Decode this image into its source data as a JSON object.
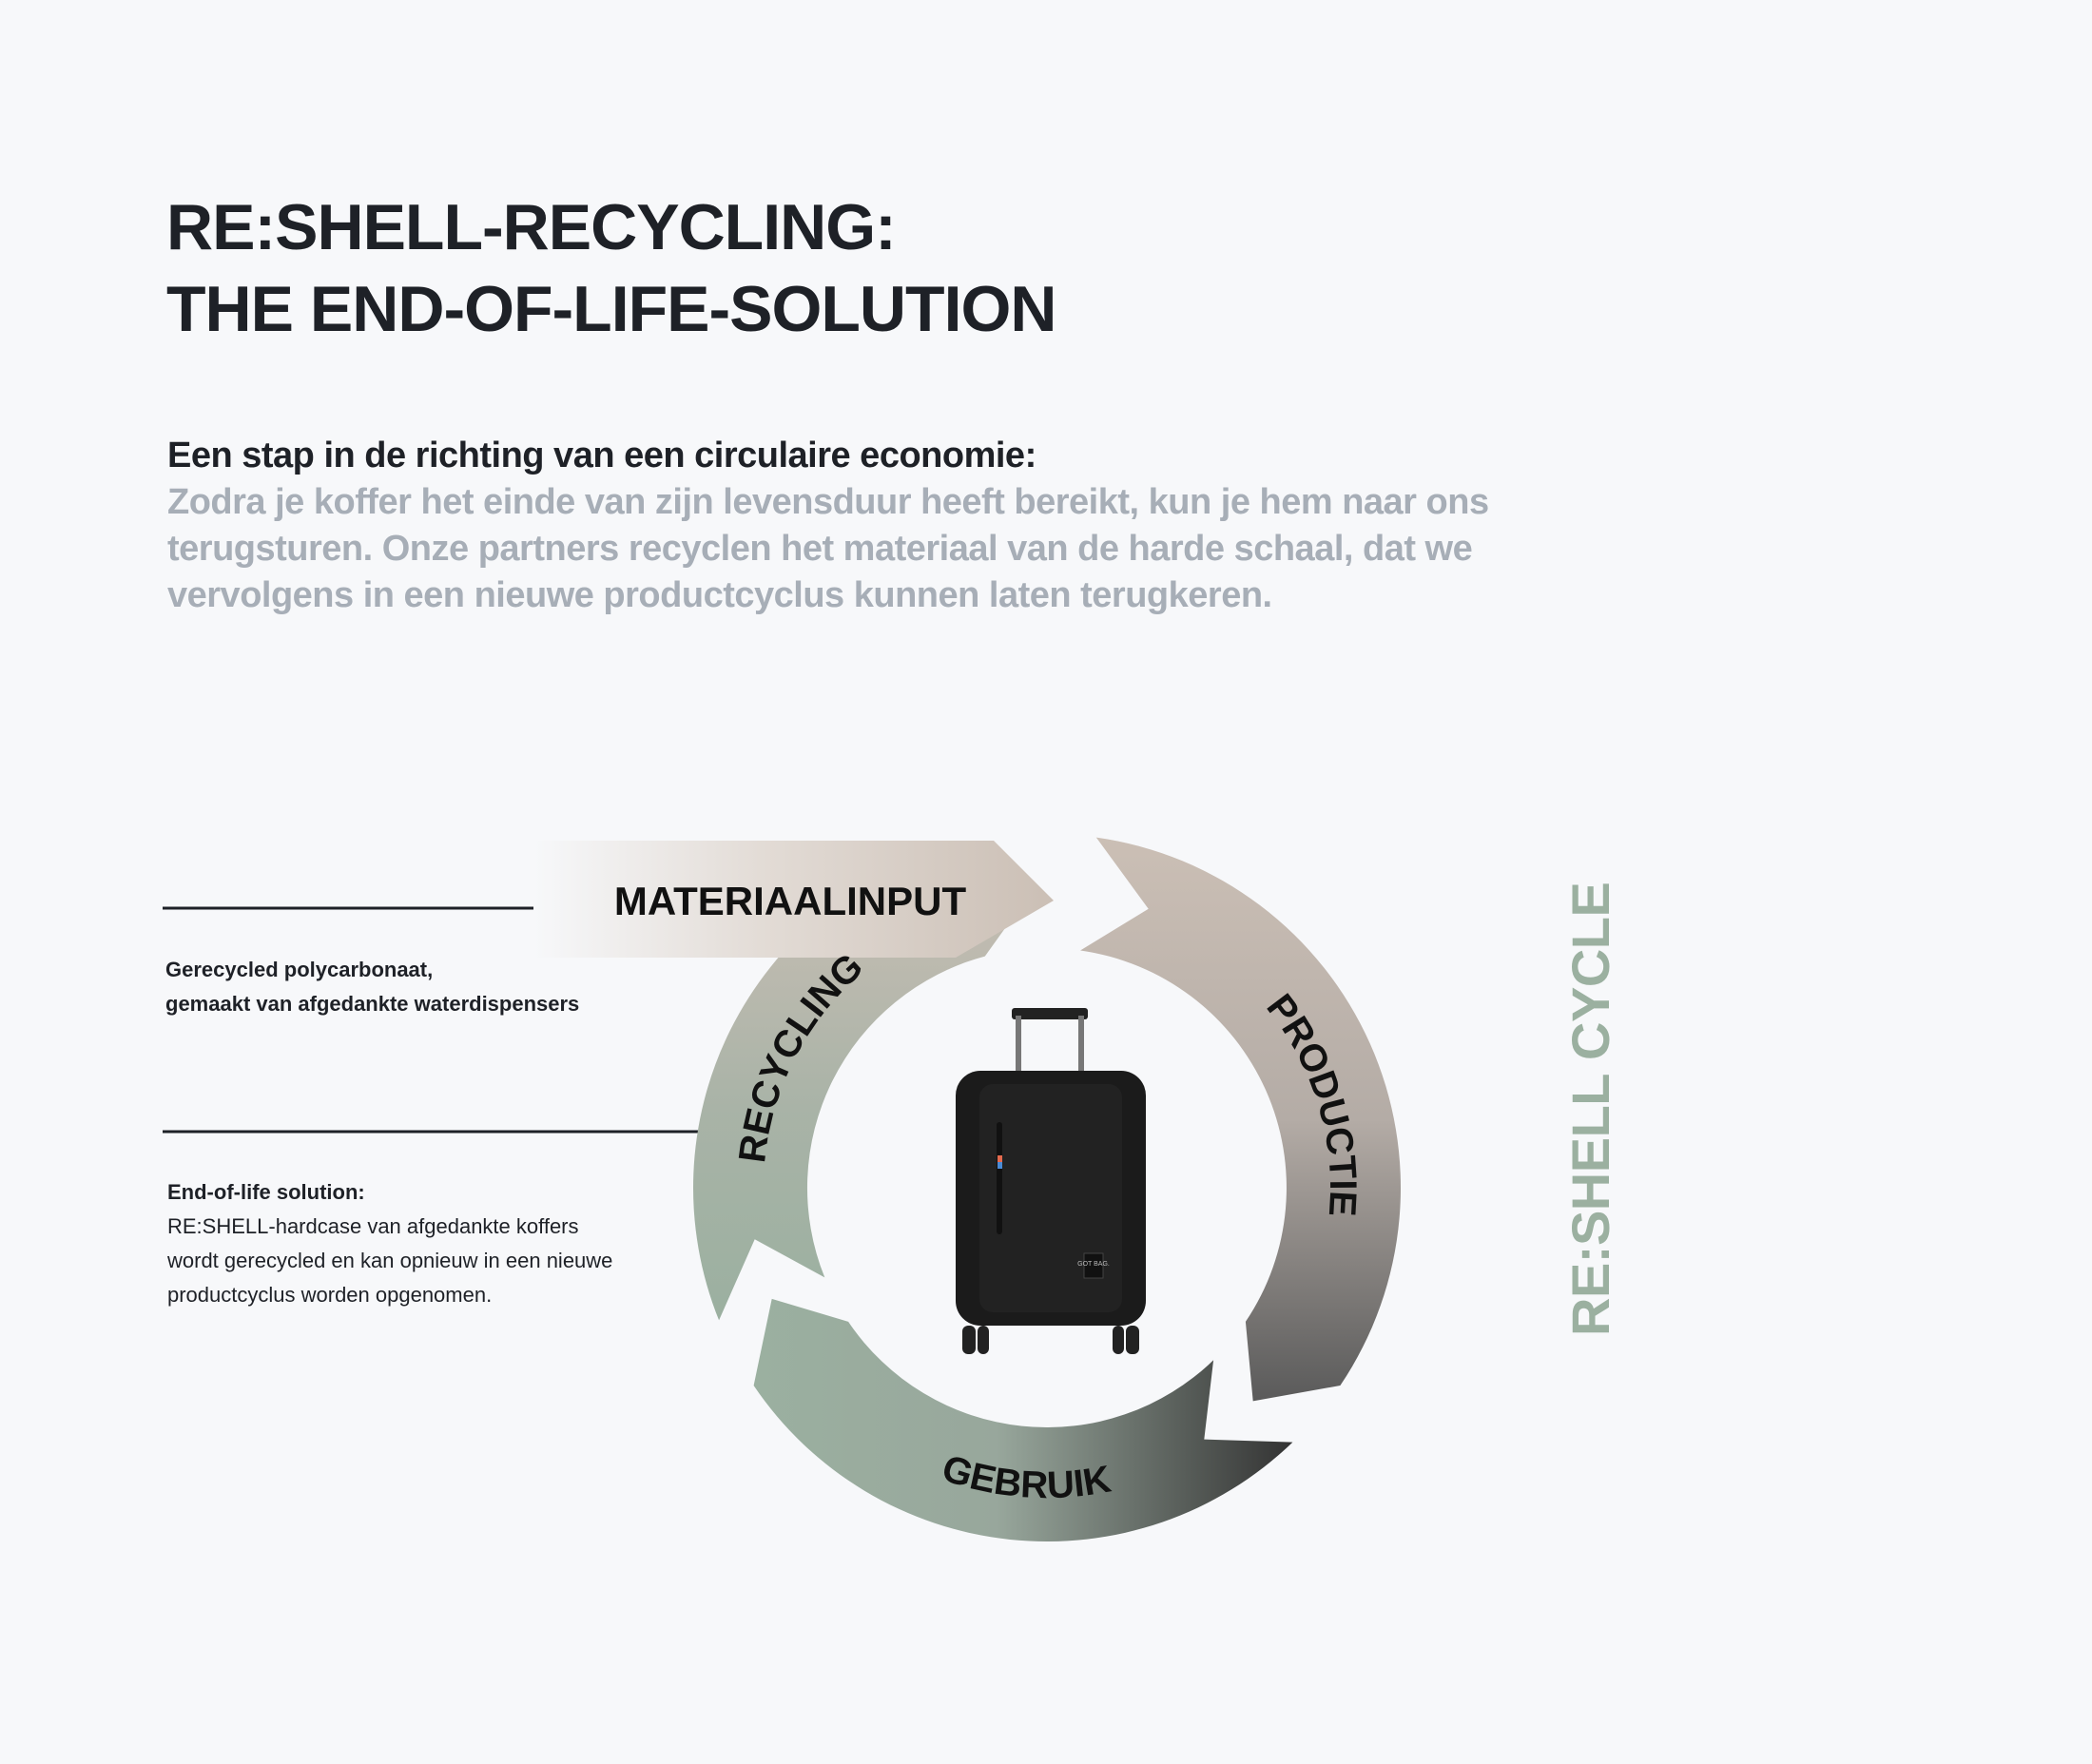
{
  "header": {
    "title_line1": "RE:SHELL-RECYCLING:",
    "title_line2": "THE END-OF-LIFE-SOLUTION"
  },
  "intro": {
    "heading": "Een stap in de richting van een circulaire economie:",
    "body": "Zodra je koffer het einde van zijn levensduur heeft bereikt, kun je hem naar ons terugsturen. Onze partners recyclen het materiaal van de harde schaal, dat we vervolgens in een nieuwe productcyclus kunnen laten terugkeren."
  },
  "notes": {
    "material_line1": "Gerecycled polycarbonaat,",
    "material_line2": "gemaakt van afgedankte waterdispensers",
    "eol_heading": "End-of-life solution:",
    "eol_body": "RE:SHELL-hardcase van afgedankte koffers wordt gerecycled en kan opnieuw in een nieuwe productcyclus worden opgenomen."
  },
  "cycle": {
    "materiaalinput": "MATERIAALINPUT",
    "productie": "PRODUCTIE",
    "gebruik": "GEBRUIK",
    "recycling": "RECYCLING",
    "side_label": "RE:SHELL CYCLE",
    "product_logo": "GOT BAG.",
    "colors": {
      "taupe": "#cbbfb5",
      "sage": "#9bb0a0",
      "dark": "#3a3a3a",
      "bg": "#f7f8fa"
    }
  }
}
